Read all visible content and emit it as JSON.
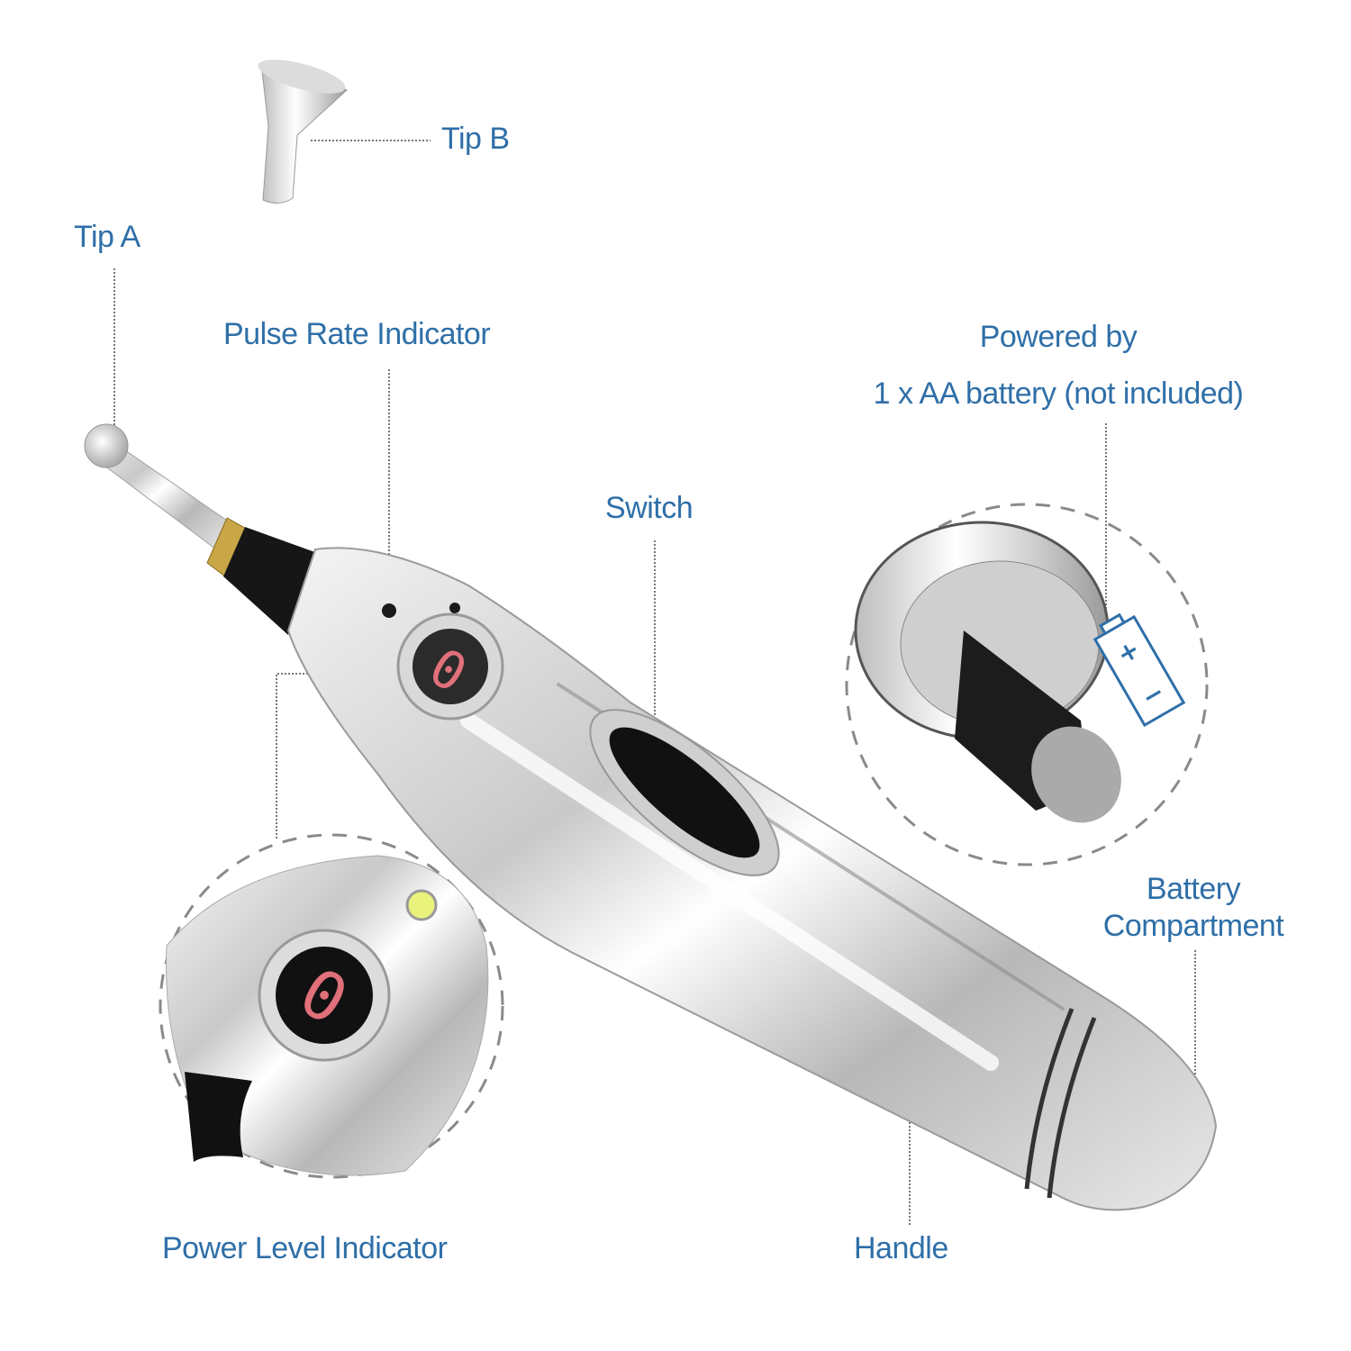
{
  "diagram": {
    "subject": "Electronic acupuncture pen",
    "accent_color": "#2f6fa8",
    "labels": {
      "tip_b": "Tip B",
      "tip_a": "Tip A",
      "pulse_rate_indicator": "Pulse Rate Indicator",
      "powered_by_line1": "Powered by",
      "powered_by_line2": "1 x AA battery (not included)",
      "switch": "Switch",
      "battery_compartment_line1": "Battery",
      "battery_compartment_line2": "Compartment",
      "power_level_indicator": "Power Level Indicator",
      "handle": "Handle"
    },
    "display_digit": "0",
    "battery_icon_symbols": {
      "plus": "+",
      "minus": "−"
    }
  }
}
